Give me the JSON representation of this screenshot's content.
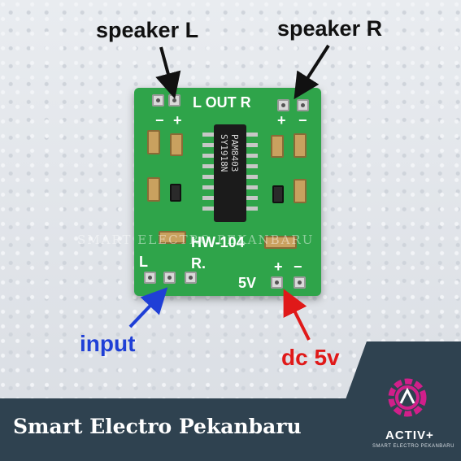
{
  "labels": {
    "speaker_l": "speaker L",
    "speaker_r": "speaker R",
    "input": "input",
    "dc": "dc 5v"
  },
  "board": {
    "out_label": "L OUT R",
    "model": "HW-104",
    "chip_marking": "PAM8403 SY1918N",
    "input_label_l": "L",
    "input_label_r": "R.",
    "power_label": "5V"
  },
  "banner": {
    "title": "Smart Electro Pekanbaru",
    "logo_name": "ACTIV+",
    "logo_sub": "SMART ELECTRO PEKANBARU",
    "watermark": "SMART ELECTRO PEKANBARU"
  },
  "colors": {
    "board": "#2fa44a",
    "input_label": "#1f3fd6",
    "dc_label": "#e01919",
    "banner": "#2f4250",
    "logo_accent": "#d11f8a"
  }
}
